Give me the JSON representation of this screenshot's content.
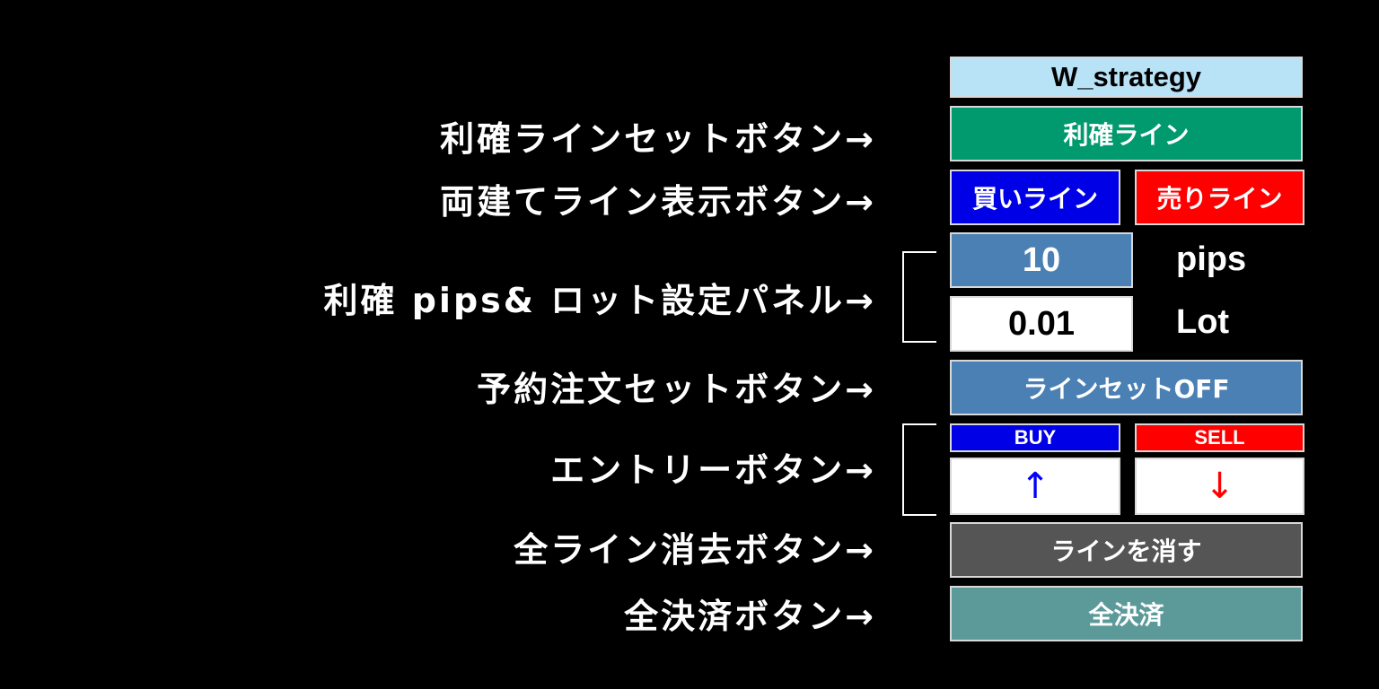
{
  "colors": {
    "background": "#000000",
    "title_bg": "#b8e2f6",
    "take_profit_bg": "#009a6e",
    "buy_line_bg": "#0000e6",
    "sell_line_bg": "#ff0000",
    "pips_bg": "#4a80b4",
    "lot_bg": "#ffffff",
    "line_set_bg": "#4a80b4",
    "buy_bg": "#0000e6",
    "sell_bg": "#ff0000",
    "clear_bg": "#555555",
    "close_all_bg": "#5c9a9a"
  },
  "labels": {
    "take_profit": "利確ラインセットボタン→",
    "hedge_lines": "両建てライン表示ボタン→",
    "pips_lot_panel": "利確 pips& ロット設定パネル→",
    "pending_order": "予約注文セットボタン→",
    "entry": "エントリーボタン→",
    "clear_lines": "全ライン消去ボタン→",
    "close_all": "全決済ボタン→"
  },
  "panel": {
    "title": "W_strategy",
    "take_profit_button": "利確ライン",
    "buy_line_button": "買いライン",
    "sell_line_button": "売りライン",
    "pips_value": "10",
    "pips_unit": "pips",
    "lot_value": "0.01",
    "lot_unit": "Lot",
    "line_set_button": "ラインセットOFF",
    "buy_label": "BUY",
    "buy_arrow": "↑",
    "sell_label": "SELL",
    "sell_arrow": "↓",
    "clear_lines_button": "ラインを消す",
    "close_all_button": "全決済"
  }
}
